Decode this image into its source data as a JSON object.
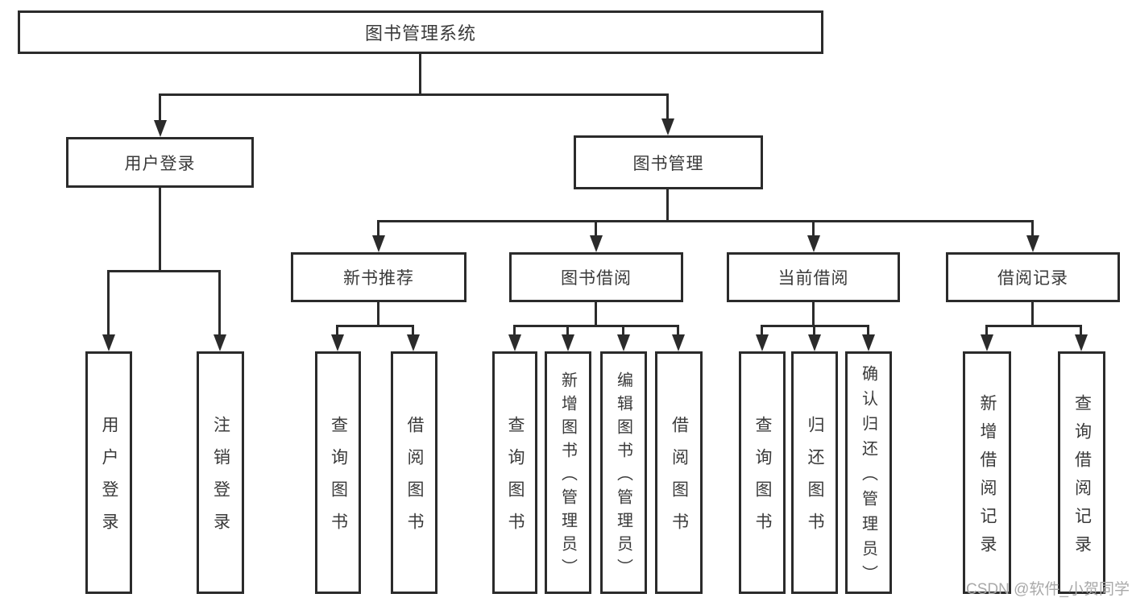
{
  "diagram_title": "图书管理系统",
  "tree": {
    "label": "图书管理系统",
    "children": [
      {
        "label": "用户登录",
        "children": [
          {
            "label": "用户登录"
          },
          {
            "label": "注销登录"
          }
        ]
      },
      {
        "label": "图书管理",
        "children": [
          {
            "label": "新书推荐",
            "children": [
              {
                "label": "查询图书"
              },
              {
                "label": "借阅图书"
              }
            ]
          },
          {
            "label": "图书借阅",
            "children": [
              {
                "label": "查询图书"
              },
              {
                "label": "新增图书（管理员）"
              },
              {
                "label": "编辑图书（管理员）"
              },
              {
                "label": "借阅图书"
              }
            ]
          },
          {
            "label": "当前借阅",
            "children": [
              {
                "label": "查询图书"
              },
              {
                "label": "归还图书"
              },
              {
                "label": "确认归还（管理员）"
              }
            ]
          },
          {
            "label": "借阅记录",
            "children": [
              {
                "label": "新增借阅记录"
              },
              {
                "label": "查询借阅记录"
              }
            ]
          }
        ]
      }
    ]
  },
  "watermark": {
    "text": "CSDN @软件_小贺同学"
  },
  "colors": {
    "line": "#2b2b2b",
    "text": "#3a3a3a",
    "background": "#ffffff",
    "watermark": "#a9a9a9"
  }
}
